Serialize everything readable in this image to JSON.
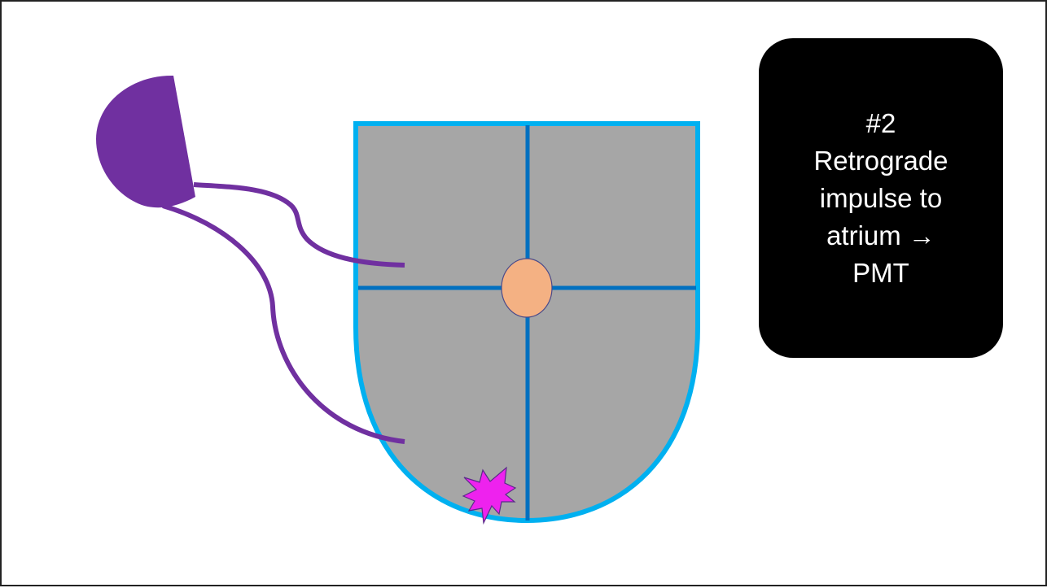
{
  "callout": {
    "lines": [
      "#2",
      "Retrograde",
      "impulse to",
      "atrium →",
      "PMT"
    ]
  },
  "colors": {
    "border": "#222222",
    "ventricle_fill": "#a6a6a6",
    "ventricle_outline": "#00b0f0",
    "conduction": "#0070c0",
    "node": "#f4b183",
    "lead": "#7030a0",
    "spark": "#ee22ee",
    "callout_bg": "#000000",
    "callout_text": "#ffffff"
  },
  "icons": {
    "atrium": "purple-half-disc-atrium",
    "spark": "magenta-starburst-spark"
  }
}
